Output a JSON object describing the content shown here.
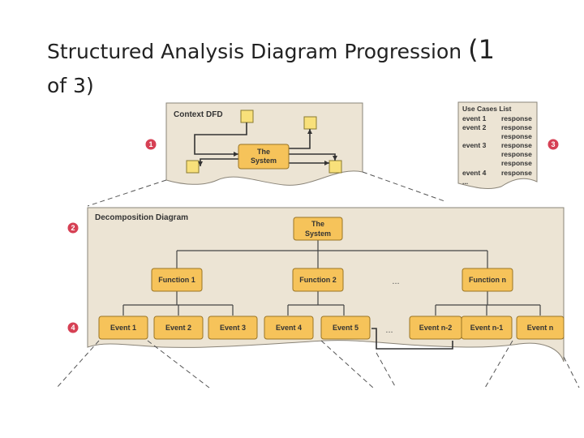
{
  "title": {
    "line1": "Structured Analysis Diagram Progression",
    "suffix": "(1",
    "line2": "of 3)"
  },
  "context_dfd": {
    "label": "Context DFD",
    "system_line1": "The",
    "system_line2": "System"
  },
  "use_cases": {
    "title": "Use Cases List",
    "rows": [
      {
        "event": "event 1",
        "response": "response"
      },
      {
        "event": "event 2",
        "response": "response"
      },
      {
        "event": "",
        "response": "response"
      },
      {
        "event": "event 3",
        "response": "response"
      },
      {
        "event": "",
        "response": "response"
      },
      {
        "event": "",
        "response": "response"
      },
      {
        "event": "event 4",
        "response": "response"
      }
    ],
    "more": "..."
  },
  "decomposition": {
    "label": "Decomposition Diagram",
    "root_line1": "The",
    "root_line2": "System",
    "functions": [
      "Function 1",
      "Function 2",
      "Function n"
    ],
    "events": [
      "Event 1",
      "Event 2",
      "Event 3",
      "Event 4",
      "Event 5",
      "Event n-2",
      "Event n-1",
      "Event n"
    ],
    "ellipsis": "..."
  },
  "badges": [
    "1",
    "2",
    "3",
    "4"
  ],
  "colors": {
    "panel": "#ece4d4",
    "node": "#f6c35a",
    "badge": "#d64054"
  }
}
